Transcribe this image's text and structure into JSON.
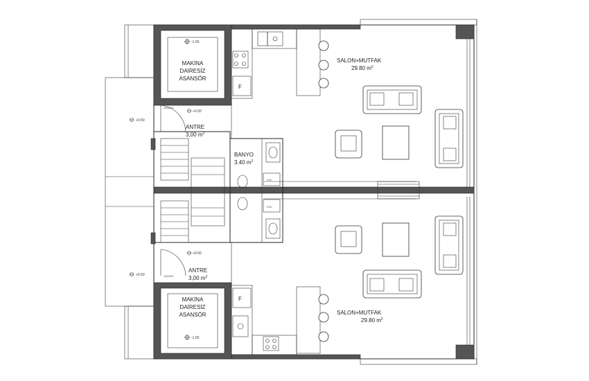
{
  "rooms": {
    "elevator_top": {
      "line1": "MAKİNA",
      "line2": "DAİRESİZ",
      "line3": "ASANSÖR",
      "level": "-1.00"
    },
    "elevator_bottom": {
      "line1": "MAKİNA",
      "line2": "DAİRESİZ",
      "line3": "ASANSÖR",
      "level": "-1.00"
    },
    "salon_top": {
      "name": "SALON+MUTFAK",
      "area": "29.80 m",
      "unit_sup": "2"
    },
    "salon_bottom": {
      "name": "SALON+MUTFAK",
      "area": "29.80 m",
      "unit_sup": "2"
    },
    "antre_top": {
      "name": "ANTRE",
      "area": "3,00 m",
      "unit_sup": "2"
    },
    "antre_bottom": {
      "name": "ANTRE",
      "area": "3,00 m",
      "unit_sup": "2"
    },
    "banyo": {
      "name": "BANYO",
      "area": "3.40 m",
      "unit_sup": "2"
    }
  },
  "levels": {
    "top_door": "+0.50",
    "top_left": "+0.50",
    "bottom_door": "+0.50",
    "bottom_left": "+0.50"
  },
  "labels": {
    "fridge_top": "F",
    "fridge_bottom": "F",
    "hb_top": "H.B.",
    "hb_bottom": "H.B.",
    "door_code_top": "100/220",
    "door_code_bottom": "100/220"
  },
  "colors": {
    "wall": "#555555",
    "line": "#222222",
    "background": "#ffffff"
  }
}
